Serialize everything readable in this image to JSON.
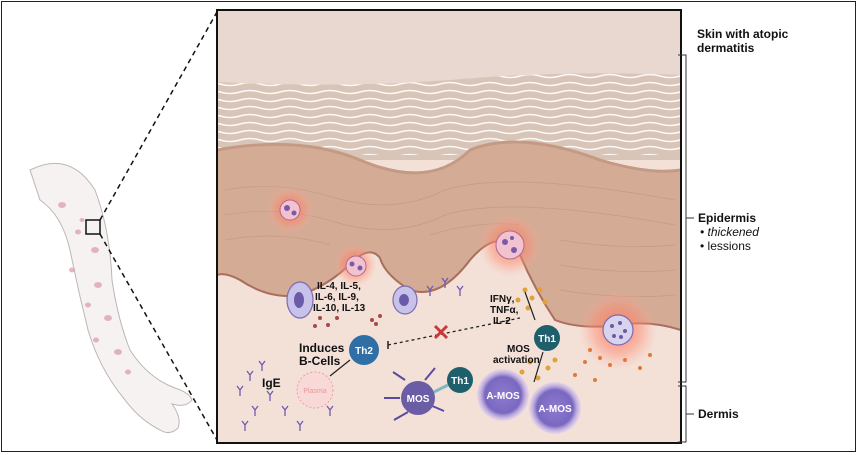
{
  "labels": {
    "skin_title_line1": "Skin with atopic",
    "skin_title_line2": "dermatitis",
    "epidermis": "Epidermis",
    "epidermis_bullet1": "• thickened",
    "epidermis_bullet2": "• lessions",
    "dermis": "Dermis"
  },
  "cytokines": {
    "th2_line1": "IL-4, IL-5,",
    "th2_line2": "IL-6, IL-9,",
    "th2_line3": "IL-10, IL-13",
    "th1_line1": "IFNγ,",
    "th1_line2": "TNFα,",
    "th1_line3": "IL-2"
  },
  "cells": {
    "th2": "Th2",
    "th1_upper": "Th1",
    "th1_lower": "Th1",
    "mos": "MOS",
    "amos_left": "A-MOS",
    "amos_right": "A-MOS",
    "plasma": "Plasma"
  },
  "annotations": {
    "induces_line1": "Induces",
    "induces_line2": "B-Cells",
    "ige": "IgE",
    "mos_act_line1": "MOS",
    "mos_act_line2": "activation"
  },
  "colors": {
    "th_cell": "#2f6fa6",
    "th1_dark": "#1f5f6b",
    "amos": "#6b5ca6",
    "inflammation": "#f06a5a",
    "skin_dermis": "#f3e1d8",
    "skin_epidermis": "#d9b8a4"
  }
}
